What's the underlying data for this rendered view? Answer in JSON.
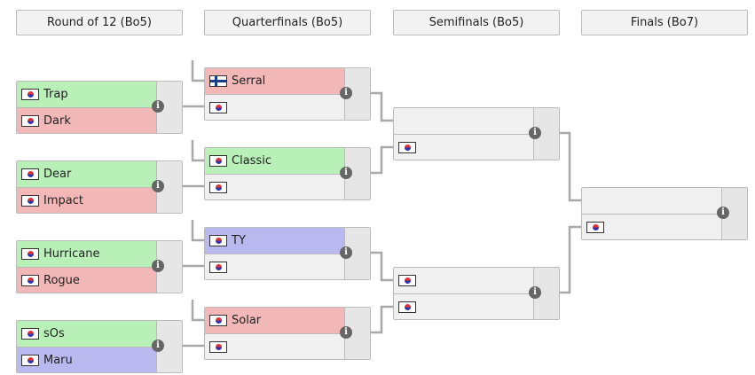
{
  "headers": [
    "Round of 12 (Bo5)",
    "Quarterfinals (Bo5)",
    "Semifinals (Bo5)",
    "Finals (Bo7)"
  ],
  "info_icon": "i",
  "colors": {
    "win": "#b8f0b8",
    "lose": "#f2b8b8",
    "blue": "#b9b9f0",
    "empty": "#f0f0f0"
  },
  "round12": [
    {
      "top": {
        "name": "Trap",
        "flag": "kr",
        "state": "win"
      },
      "bottom": {
        "name": "Dark",
        "flag": "kr",
        "state": "lose"
      }
    },
    {
      "top": {
        "name": "Dear",
        "flag": "kr",
        "state": "win"
      },
      "bottom": {
        "name": "Impact",
        "flag": "kr",
        "state": "lose"
      }
    },
    {
      "top": {
        "name": "Hurricane",
        "flag": "kr",
        "state": "win"
      },
      "bottom": {
        "name": "Rogue",
        "flag": "kr",
        "state": "lose"
      }
    },
    {
      "top": {
        "name": "sOs",
        "flag": "kr",
        "state": "win"
      },
      "bottom": {
        "name": "Maru",
        "flag": "kr",
        "state": "blue"
      }
    }
  ],
  "quarterfinals": [
    {
      "top": {
        "name": "Serral",
        "flag": "fi",
        "state": "lose"
      },
      "bottom": {
        "name": "",
        "flag": "kr",
        "state": "empty"
      }
    },
    {
      "top": {
        "name": "Classic",
        "flag": "kr",
        "state": "win"
      },
      "bottom": {
        "name": "",
        "flag": "kr",
        "state": "empty"
      }
    },
    {
      "top": {
        "name": "TY",
        "flag": "kr",
        "state": "blue"
      },
      "bottom": {
        "name": "",
        "flag": "kr",
        "state": "empty"
      }
    },
    {
      "top": {
        "name": "Solar",
        "flag": "kr",
        "state": "lose"
      },
      "bottom": {
        "name": "",
        "flag": "kr",
        "state": "empty"
      }
    }
  ],
  "semifinals": [
    {
      "top": {
        "name": "",
        "flag": "",
        "state": "empty"
      },
      "bottom": {
        "name": "",
        "flag": "kr",
        "state": "empty"
      }
    },
    {
      "top": {
        "name": "",
        "flag": "kr",
        "state": "empty"
      },
      "bottom": {
        "name": "",
        "flag": "kr",
        "state": "empty"
      }
    }
  ],
  "finals": [
    {
      "top": {
        "name": "",
        "flag": "",
        "state": "empty"
      },
      "bottom": {
        "name": "",
        "flag": "kr",
        "state": "empty"
      }
    }
  ]
}
